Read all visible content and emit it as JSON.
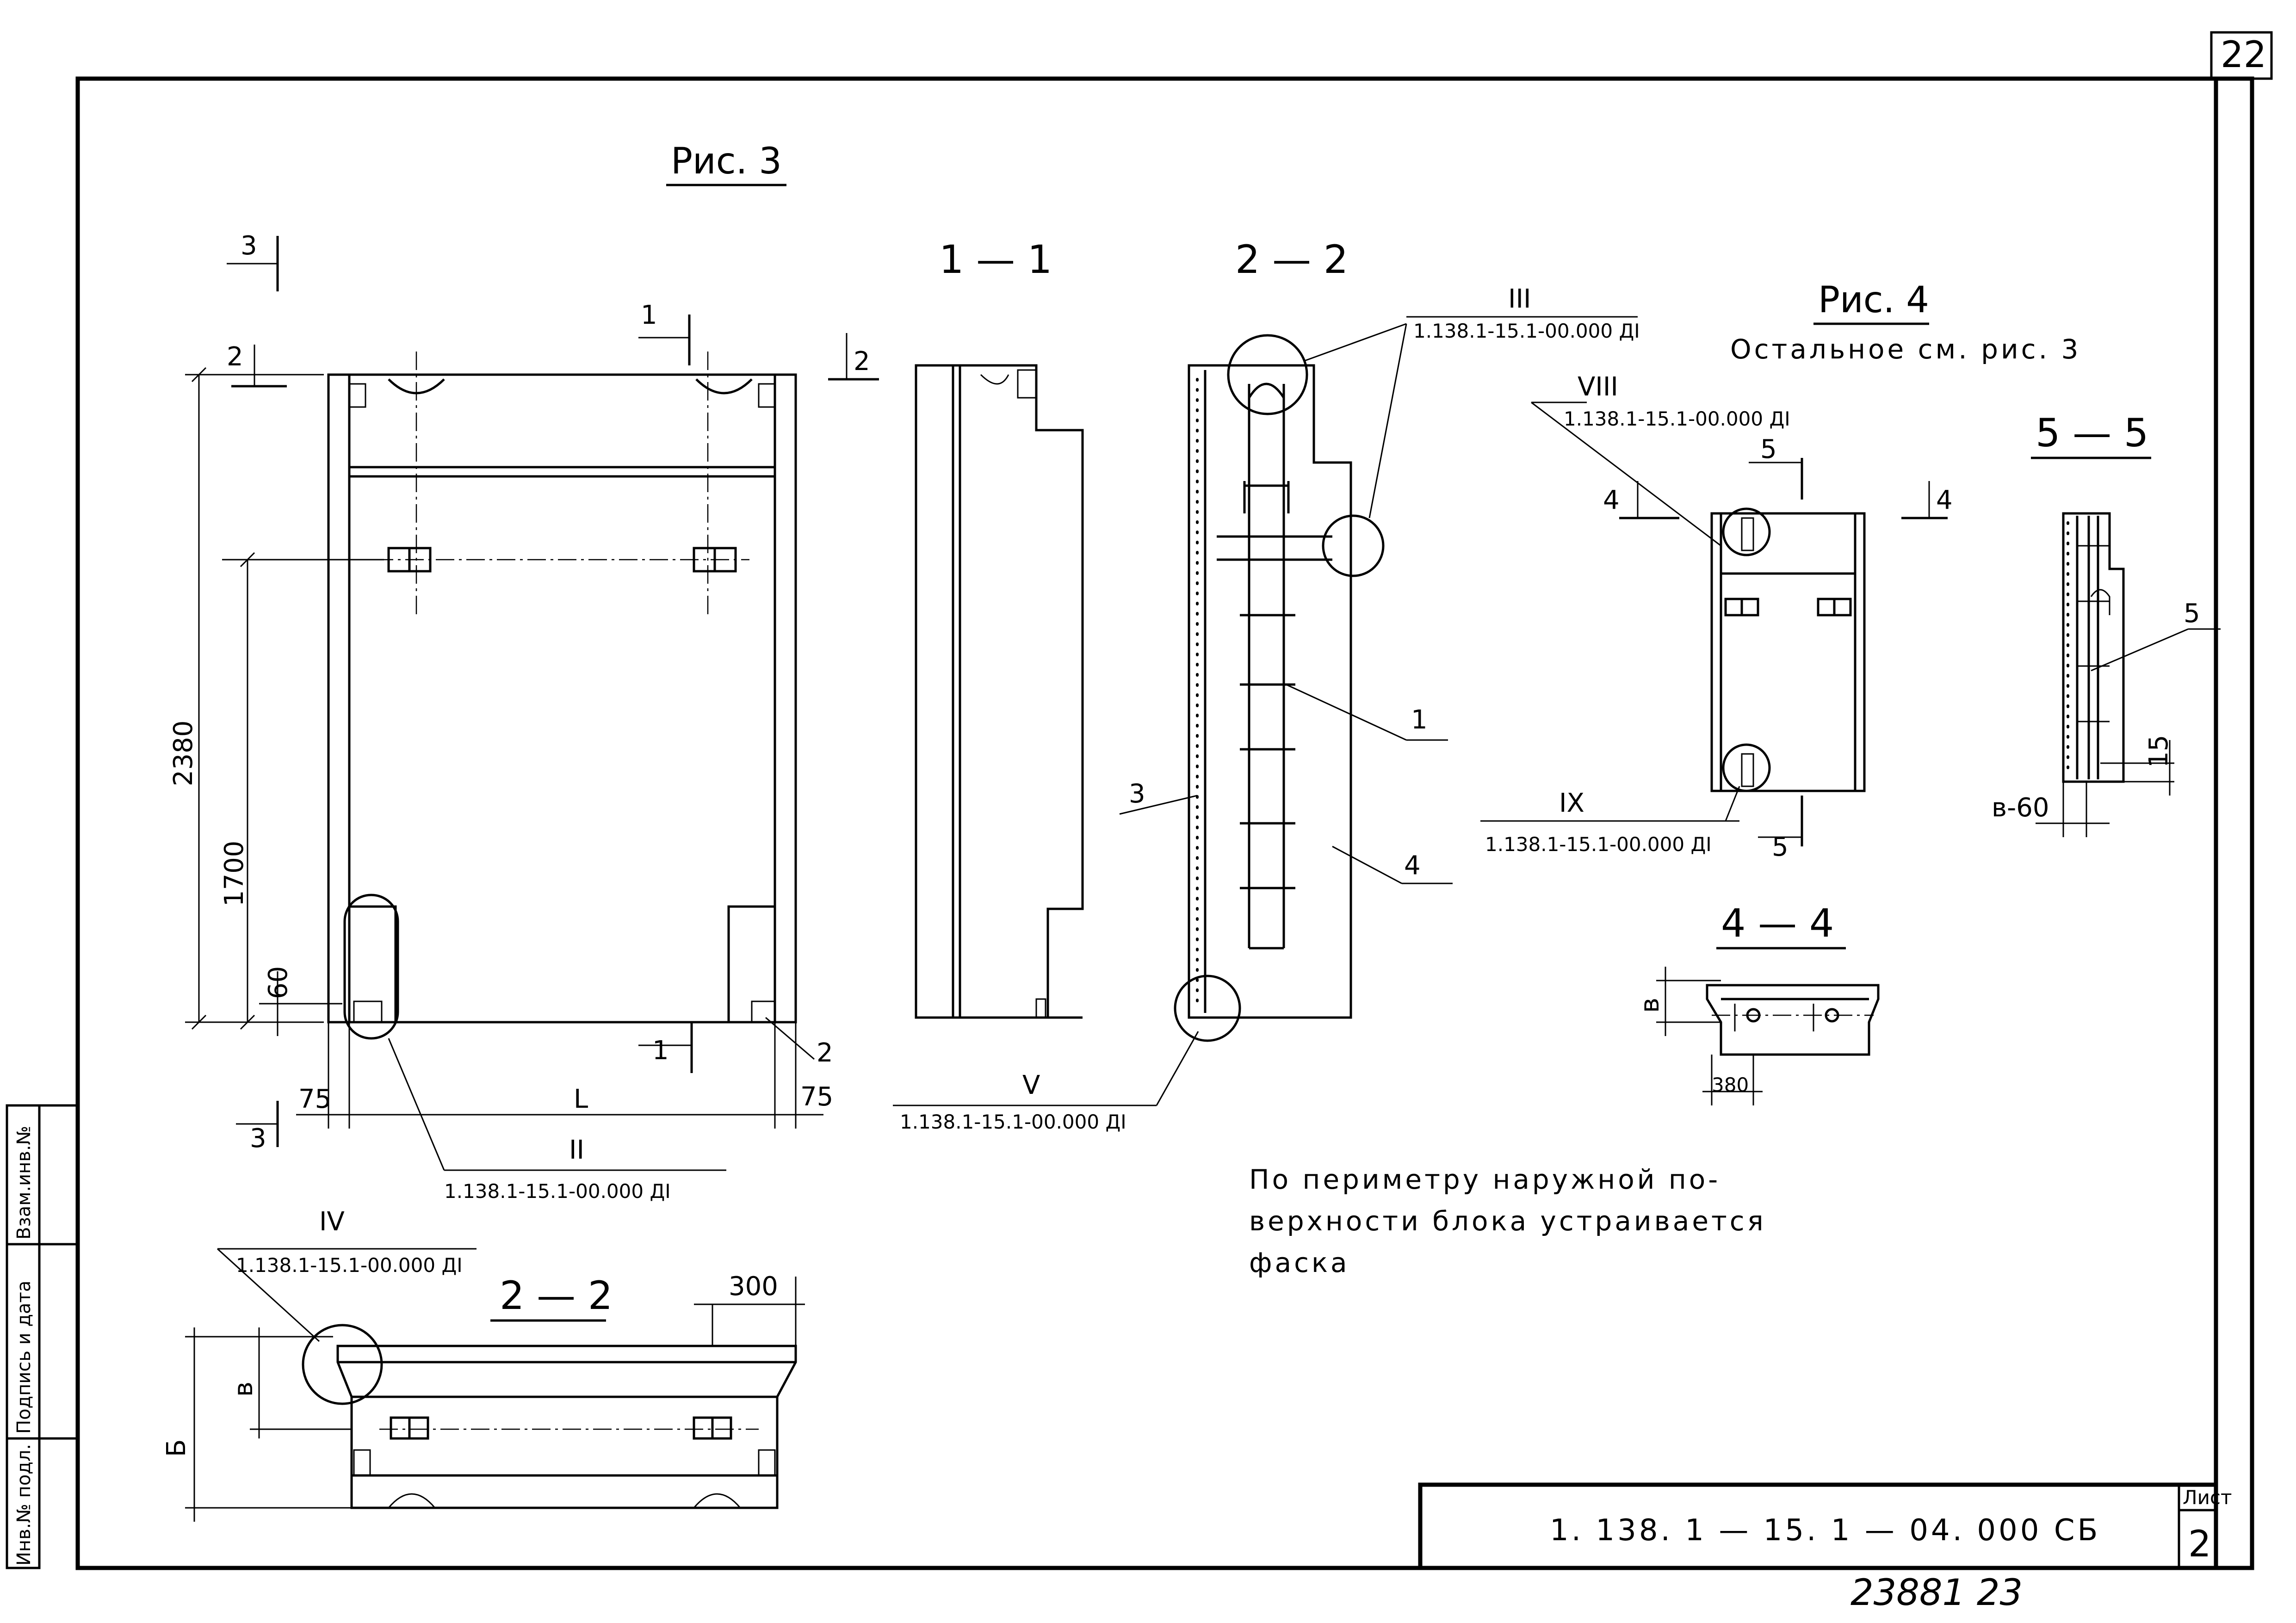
{
  "sheet_corner_number": "22",
  "fig3": {
    "title": "Рис. 3"
  },
  "fig4": {
    "title": "Рис. 4",
    "subtitle": "Остальное см. рис. 3"
  },
  "sections": {
    "s11": "1 — 1",
    "s22": "2 — 2",
    "s22b": "2 — 2",
    "s44": "4 — 4",
    "s55": "5 — 5"
  },
  "cut_marks": {
    "c1": "1",
    "c2": "2",
    "c3": "3",
    "c4": "4",
    "c5": "5"
  },
  "dimensions": {
    "h2380": "2380",
    "h1700": "1700",
    "d60": "60",
    "d75": "75",
    "L": "L",
    "d300": "300",
    "B": "Б",
    "b": "в",
    "d15": "15",
    "b60": "в-60",
    "d380": "380",
    "b4": "в"
  },
  "callouts": {
    "c1": "1",
    "c2": "2",
    "c3": "3",
    "c4": "4",
    "c5": "5"
  },
  "details": {
    "II": {
      "roman": "II",
      "ref": "1.138.1-15.1-00.000 ДI"
    },
    "III": {
      "roman": "III",
      "ref": "1.138.1-15.1-00.000 ДI"
    },
    "IV": {
      "roman": "IV",
      "ref": "1.138.1-15.1-00.000 ДI"
    },
    "V": {
      "roman": "V",
      "ref": "1.138.1-15.1-00.000 ДI"
    },
    "VIII": {
      "roman": "VIII",
      "ref": "1.138.1-15.1-00.000 ДI"
    },
    "IX": {
      "roman": "IX",
      "ref": "1.138.1-15.1-00.000 ДI"
    }
  },
  "note": {
    "line1": "По периметру наружной по-",
    "line2": "верхности блока устраивается",
    "line3": "фаска"
  },
  "title_block": {
    "code": "1. 138. 1 — 15. 1 — 04. 000 СБ",
    "sheet_label": "Лист",
    "sheet_number": "2"
  },
  "side_stamp": {
    "col1": "Инв.№ подл.",
    "col2": "Подпись и дата",
    "col3": "Взам.инв.№"
  },
  "archive_number": "23881  23"
}
